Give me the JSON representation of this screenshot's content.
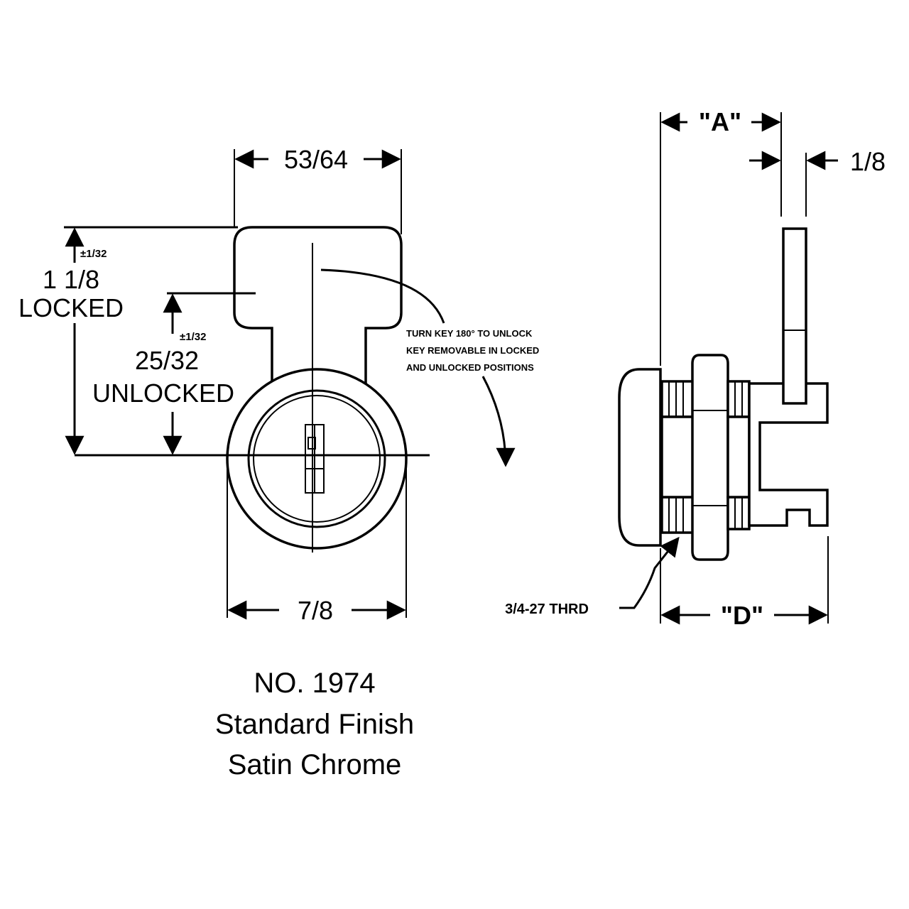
{
  "front_view": {
    "dim_width_top": "53/64",
    "dim_height_locked": "1 1/8",
    "label_locked": "LOCKED",
    "tolerance_locked": "±1/32",
    "dim_height_unlocked": "25/32",
    "label_unlocked": "UNLOCKED",
    "tolerance_unlocked": "±1/32",
    "dim_width_bottom": "7/8",
    "note_lines": [
      "TURN KEY 180° TO UNLOCK",
      "KEY REMOVABLE IN LOCKED",
      "AND UNLOCKED POSITIONS"
    ]
  },
  "side_view": {
    "dim_a": "\"A\"",
    "dim_d": "\"D\"",
    "dim_cam": "1/8",
    "thread_label": "3/4-27 THRD"
  },
  "caption": {
    "model": "NO. 1974",
    "finish_line1": "Standard Finish",
    "finish_line2": "Satin Chrome"
  }
}
